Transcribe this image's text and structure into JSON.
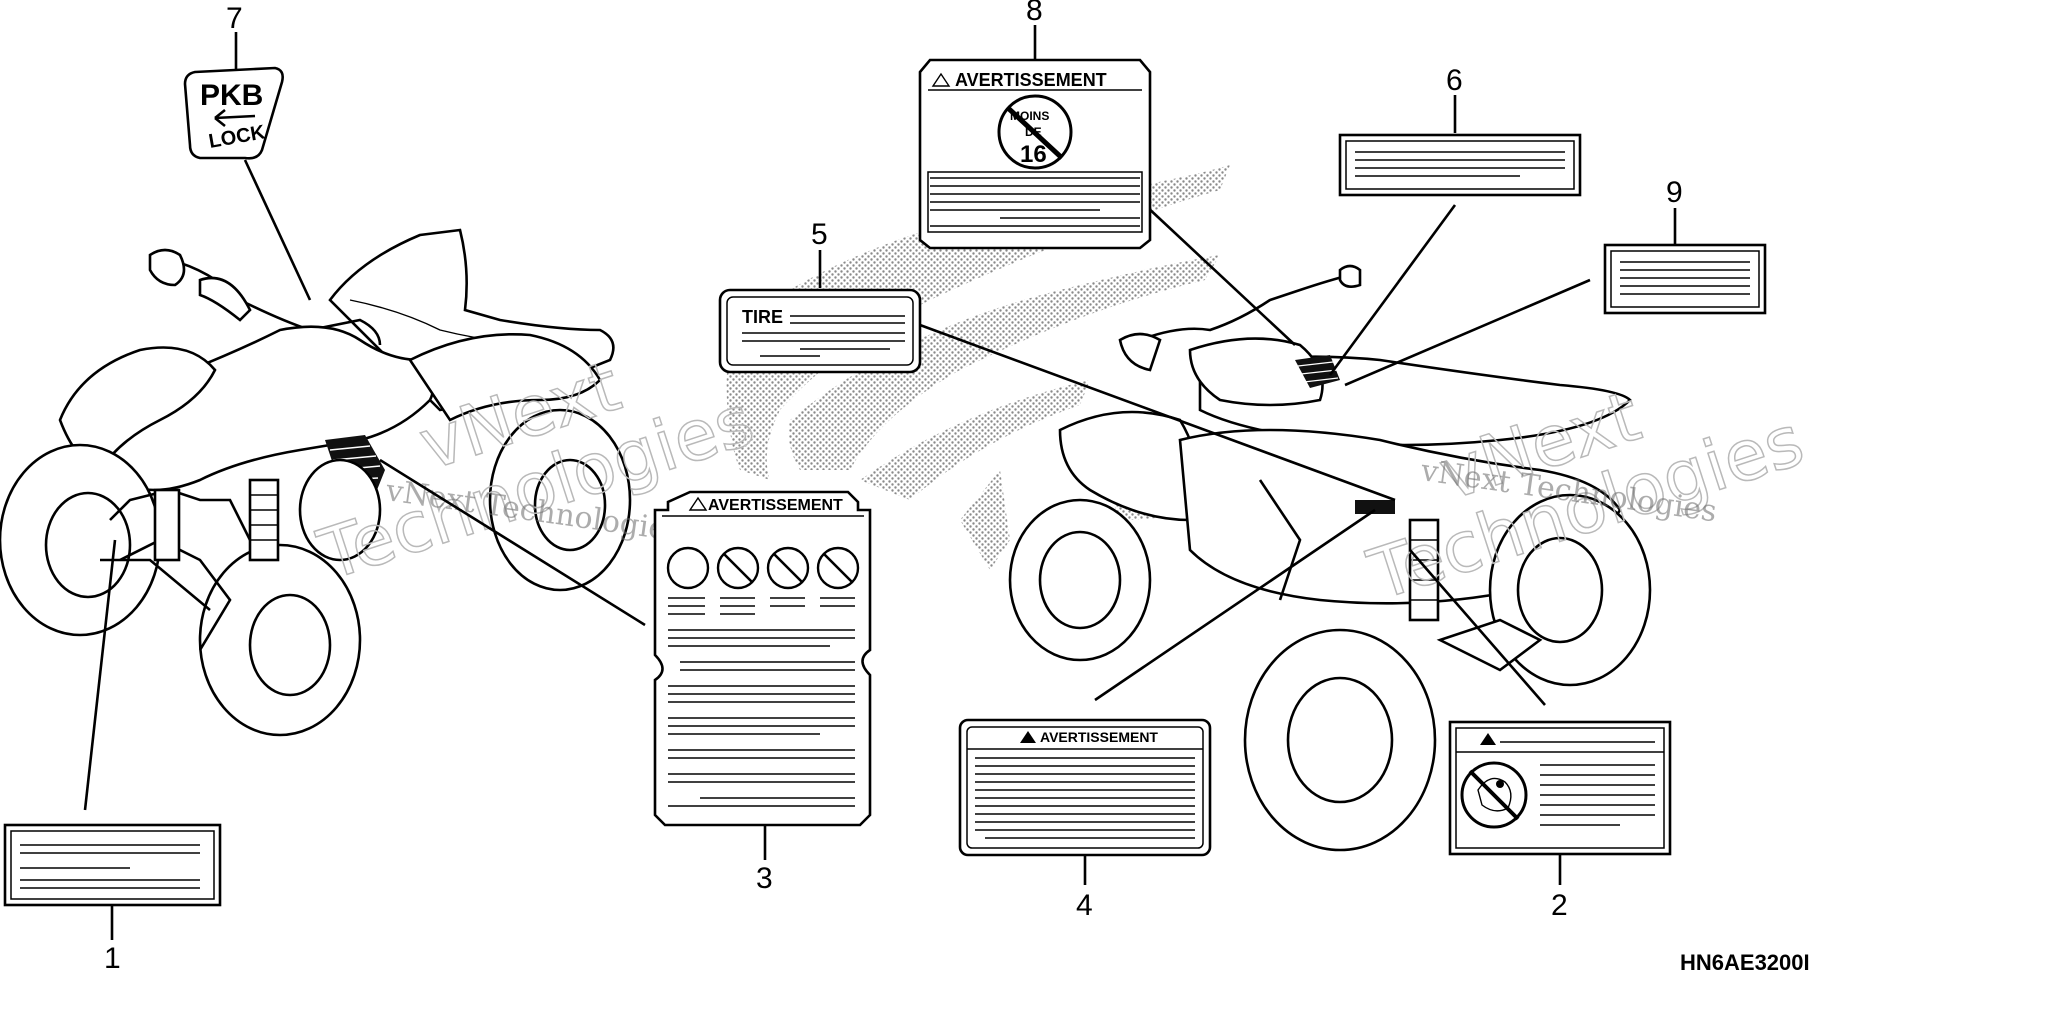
{
  "callouts": {
    "c1": "1",
    "c2": "2",
    "c3": "3",
    "c4": "4",
    "c5": "5",
    "c6": "6",
    "c7": "7",
    "c8": "8",
    "c9": "9"
  },
  "labels": {
    "pkb_line1": "PKB",
    "pkb_line2": "LOCK",
    "avert_8": "AVERTISSEMENT",
    "age_line1": "MOINS",
    "age_line2": "DE",
    "age_number": "16",
    "tire": "TIRE",
    "avert_3": "AVERTISSEMENT",
    "avert_4": "AVERTISSEMENT"
  },
  "watermarks": {
    "main": "vNext Technologies",
    "outline_top": "vNext",
    "outline_bottom": "Technologies"
  },
  "reference_code": "HN6AE3200I",
  "colors": {
    "ink": "#000000",
    "paper": "#ffffff",
    "watermark": "#6a6a6a"
  }
}
